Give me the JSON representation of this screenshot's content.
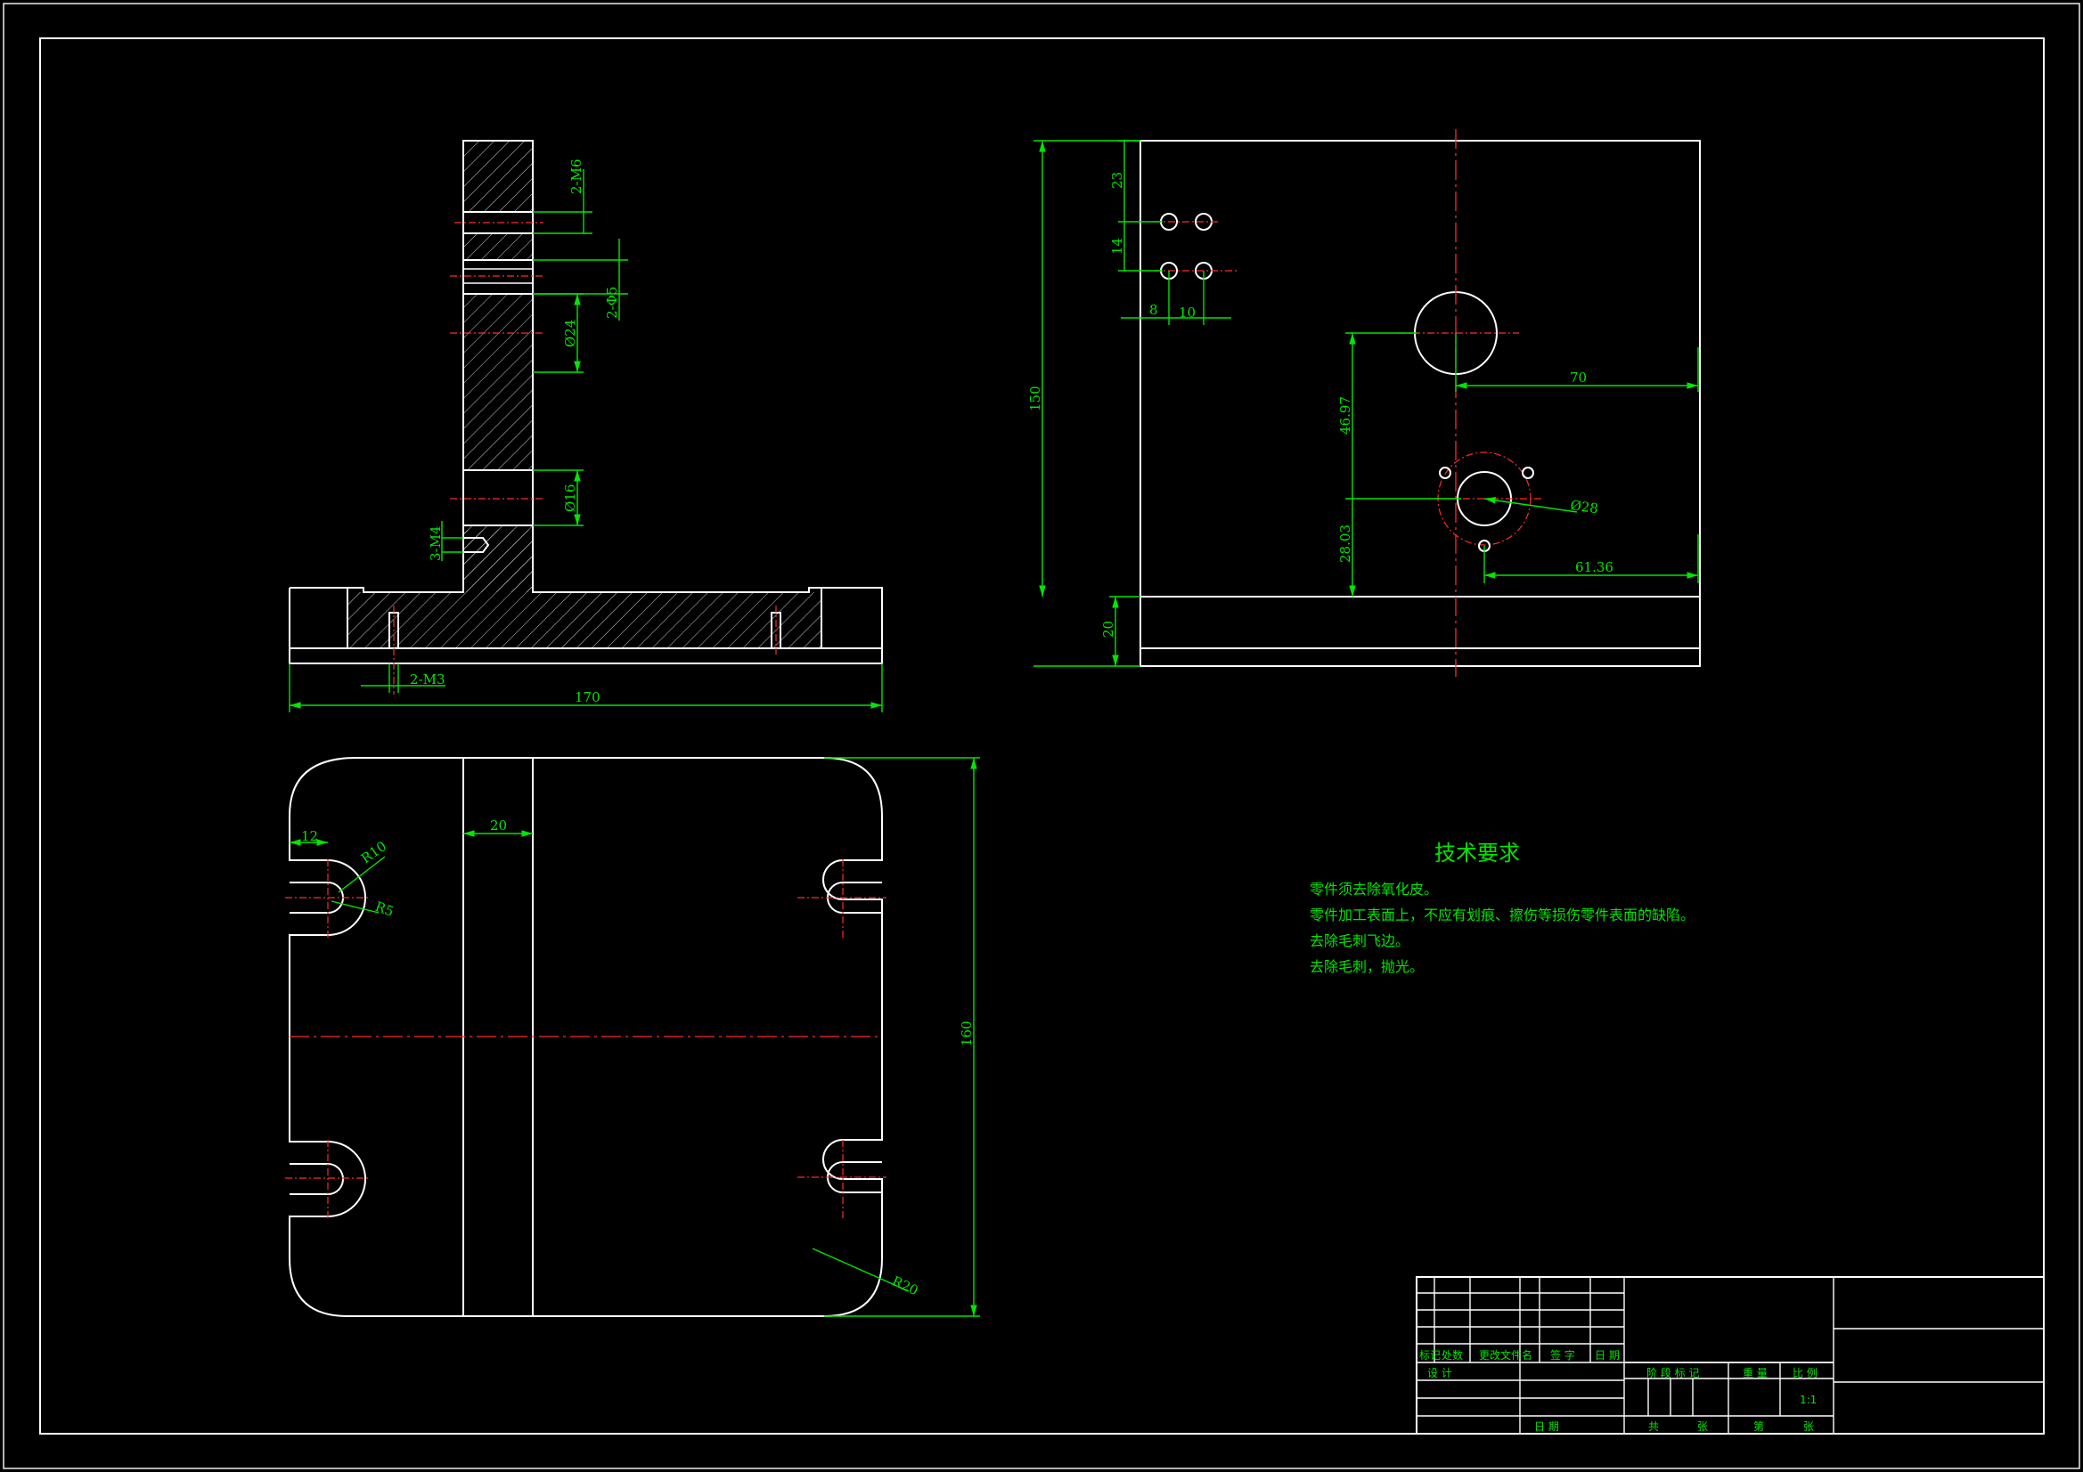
{
  "front_view": {
    "dimensions": {
      "m6": "2-M6",
      "phi5": "2-Φ5",
      "phi24": "Ø24",
      "phi16": "Ø16",
      "m4": "3-M4",
      "m3": "2-M3",
      "width": "170"
    }
  },
  "side_view": {
    "dimensions": {
      "d23": "23",
      "d14": "14",
      "d8": "8",
      "d10": "10",
      "d150": "150",
      "d20": "20",
      "d70": "70",
      "d46": "46.97",
      "d28a": "28.03",
      "phi28": "Ø28",
      "d61": "61.36"
    }
  },
  "top_view": {
    "dimensions": {
      "d12": "12",
      "r10": "R10",
      "r5": "R5",
      "w20": "20",
      "h160": "160",
      "r20": "R20"
    }
  },
  "tech_requirements": {
    "title": "技术要求",
    "lines": [
      "零件须去除氧化皮。",
      "零件加工表面上，不应有划痕、擦伤等损伤零件表面的缺陷。",
      "去除毛刺飞边。",
      "去除毛刺，抛光。"
    ]
  },
  "title_block": {
    "rev_headers": [
      "标记",
      "处数",
      "更改文件名",
      "签 字",
      "日 期"
    ],
    "design": "设 计",
    "date": "日 期",
    "stage_mark": "阶 段 标 记",
    "weight": "重 量",
    "scale_label": "比 例",
    "scale_value": "1:1",
    "total": "共",
    "sheets": "张",
    "sheet_no": "第",
    "sheet": "张"
  },
  "colors": {
    "background": "#000000",
    "outline": "#ffffff",
    "dimension": "#00e600",
    "centerline": "#ff2a2a"
  }
}
